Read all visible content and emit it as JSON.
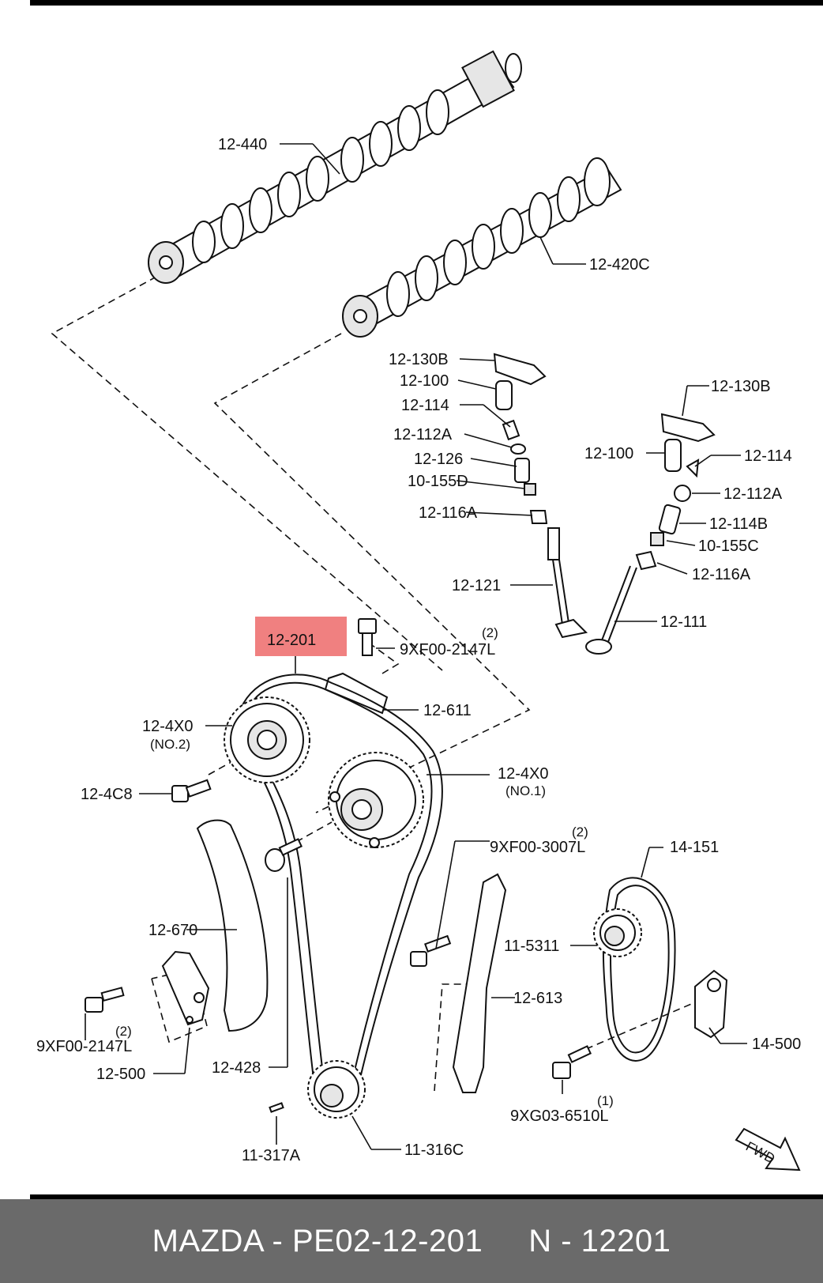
{
  "highlight": {
    "label": "12-201",
    "color": "#f08080"
  },
  "labels": {
    "camshaft_exhaust": "12-440",
    "camshaft_intake": "12-420C",
    "rocker_l": "12-130B",
    "lash_l": "12-100",
    "tip_l": "12-114",
    "seat_l": "12-112A",
    "spring_l": "12-126",
    "seal_l": "10-155D",
    "lower_seat_l": "12-116A",
    "valve_l": "12-121",
    "rocker_r": "12-130B",
    "lash_r": "12-100",
    "tip_r": "12-114",
    "seat_r": "12-112A",
    "spring_r": "12-114B",
    "seal_r": "10-155C",
    "lower_seat_r": "12-116A",
    "valve_r": "12-111",
    "bolt_top": "9XF00-2147L",
    "bolt_top_qty": "(2)",
    "guide_top": "12-611",
    "sprocket_no2": "12-4X0",
    "sprocket_no2_sub": "(NO.2)",
    "sprocket_no1": "12-4X0",
    "sprocket_no1_sub": "(NO.1)",
    "bolt_sprocket": "12-4C8",
    "bolt_mid": "9XF00-3007L",
    "bolt_mid_qty": "(2)",
    "oil_chain": "14-151",
    "tensioner_arm": "12-670",
    "oil_sprocket": "11-5311",
    "guide_right": "12-613",
    "oil_tensioner": "14-500",
    "bolt_left": "9XF00-2147L",
    "bolt_left_qty": "(2)",
    "tensioner": "12-500",
    "chain_guide": "12-428",
    "bolt_oil": "9XG03-6510L",
    "bolt_oil_qty": "(1)",
    "key": "11-317A",
    "crank_sprocket": "11-316C",
    "fwd": "FWD"
  },
  "footer": {
    "brand_part": "MAZDA - PE02-12-201",
    "n_part": "N - 12201"
  }
}
